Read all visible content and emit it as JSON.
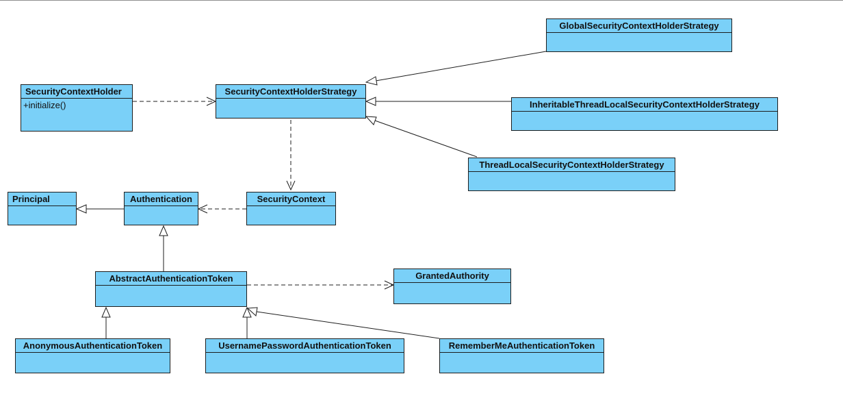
{
  "diagram": {
    "classes": {
      "security_context_holder": {
        "name": "SecurityContextHolder",
        "methods": [
          "+initialize()"
        ]
      },
      "security_context_holder_strategy": {
        "name": "SecurityContextHolderStrategy"
      },
      "global_strategy": {
        "name": "GlobalSecurityContextHolderStrategy"
      },
      "inheritable_strategy": {
        "name": "InheritableThreadLocalSecurityContextHolderStrategy"
      },
      "threadlocal_strategy": {
        "name": "ThreadLocalSecurityContextHolderStrategy"
      },
      "principal": {
        "name": "Principal"
      },
      "authentication": {
        "name": "Authentication"
      },
      "security_context": {
        "name": "SecurityContext"
      },
      "abstract_authentication_token": {
        "name": "AbstractAuthenticationToken"
      },
      "granted_authority": {
        "name": "GrantedAuthority"
      },
      "anonymous_token": {
        "name": "AnonymousAuthenticationToken"
      },
      "username_password_token": {
        "name": "UsernamePasswordAuthenticationToken"
      },
      "remember_me_token": {
        "name": "RememberMeAuthenticationToken"
      }
    },
    "colors": {
      "class_fill": "#7ad0f8",
      "line": "#1c1c1c",
      "background": "#ffffff"
    }
  }
}
